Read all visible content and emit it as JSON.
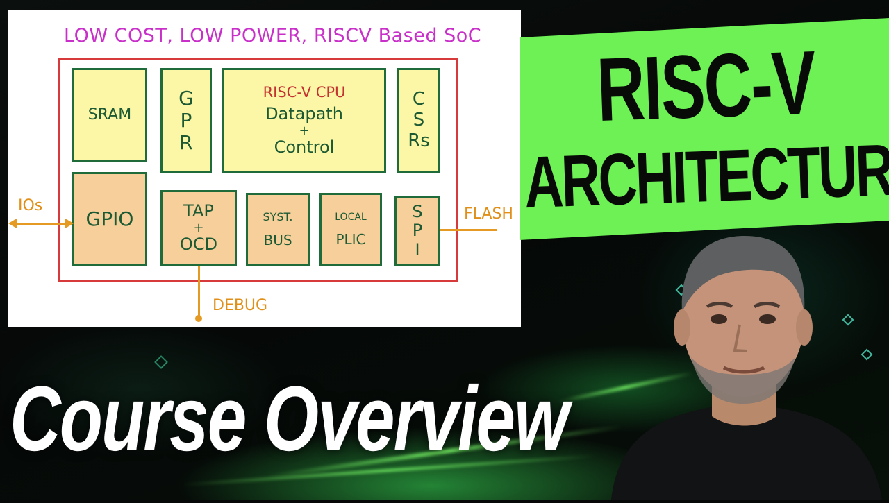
{
  "diagram": {
    "title": "LOW COST, LOW POWER, RISCV Based SoC",
    "blocks": {
      "sram": "SRAM",
      "gpr": [
        "G",
        "P",
        "R"
      ],
      "cpu_title": "RISC-V CPU",
      "cpu_line1": "Datapath",
      "cpu_line2": "+",
      "cpu_line3": "Control",
      "csrs": [
        "C",
        "S",
        "Rs"
      ],
      "gpio": "GPIO",
      "tap_line1": "TAP",
      "tap_line2": "+",
      "tap_line3": "OCD",
      "sysbus_line1": "SYST.",
      "sysbus_line2": "BUS",
      "plic_line1": "LOCAL",
      "plic_line2": "PLIC",
      "spi": [
        "S",
        "P",
        "I"
      ]
    },
    "labels": {
      "ios": "IOs",
      "flash": "FLASH",
      "debug": "DEBUG"
    },
    "colors": {
      "title": "#c930c9",
      "soc_border": "#d63a3a",
      "block_border": "#1f6b3a",
      "yellow_block": "#fbf7a6",
      "orange_block": "#f6cf9b",
      "connection": "#e59a23"
    }
  },
  "banner": {
    "line1": "RISC-V",
    "line2": "ARCHITECTURE",
    "color": "#6df155"
  },
  "title": {
    "text": "Course Overview"
  }
}
